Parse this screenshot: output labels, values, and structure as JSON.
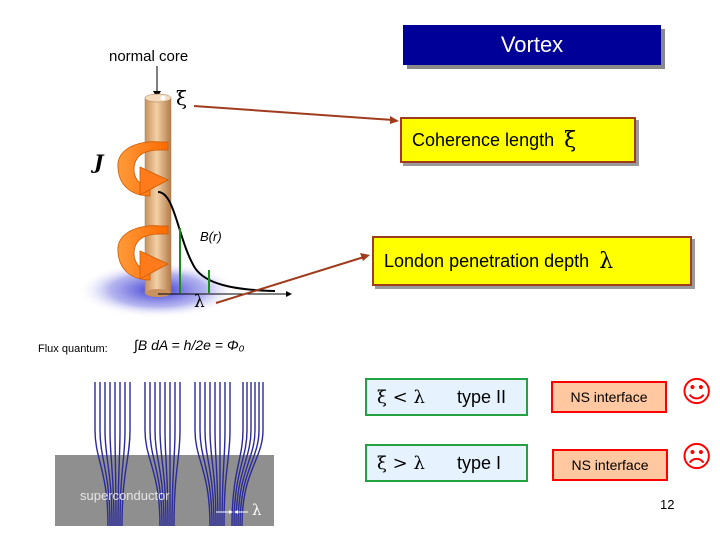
{
  "title": "Vortex",
  "labels": {
    "normal_core": "normal core",
    "xi_symbol": "ξ",
    "j_symbol": "J",
    "b_of_r": "B(r)",
    "lambda_symbol": "λ",
    "superconductor": "superconductor",
    "lambda_bottom": "λ"
  },
  "coherence": {
    "text": "Coherence length",
    "symbol": "ξ"
  },
  "london": {
    "text": "London penetration depth",
    "symbol": "λ"
  },
  "flux": {
    "label": "Flux quantum:",
    "equation": "∫B dA  =  h/2e = Φ₀"
  },
  "types": [
    {
      "condition": "ξ < λ",
      "name": "type II",
      "interface": "NS interface",
      "face": "☺",
      "face_icon": "smiley-happy-icon"
    },
    {
      "condition": "ξ > λ",
      "name": "type I",
      "interface": "NS interface",
      "face": "☹",
      "face_icon": "smiley-sad-icon"
    }
  ],
  "page_number": "12",
  "colors": {
    "title_bg": "#000099",
    "highlight": "#ffff00",
    "arrow": "#a03c1e",
    "cylinder": "#e8b88a",
    "current_arrow": "#ff7a1a",
    "field_lines": "#2a2a9a",
    "superconductor": "#8f8f8f",
    "ns_box": "#ffc8a0",
    "face": "#ff0000"
  }
}
